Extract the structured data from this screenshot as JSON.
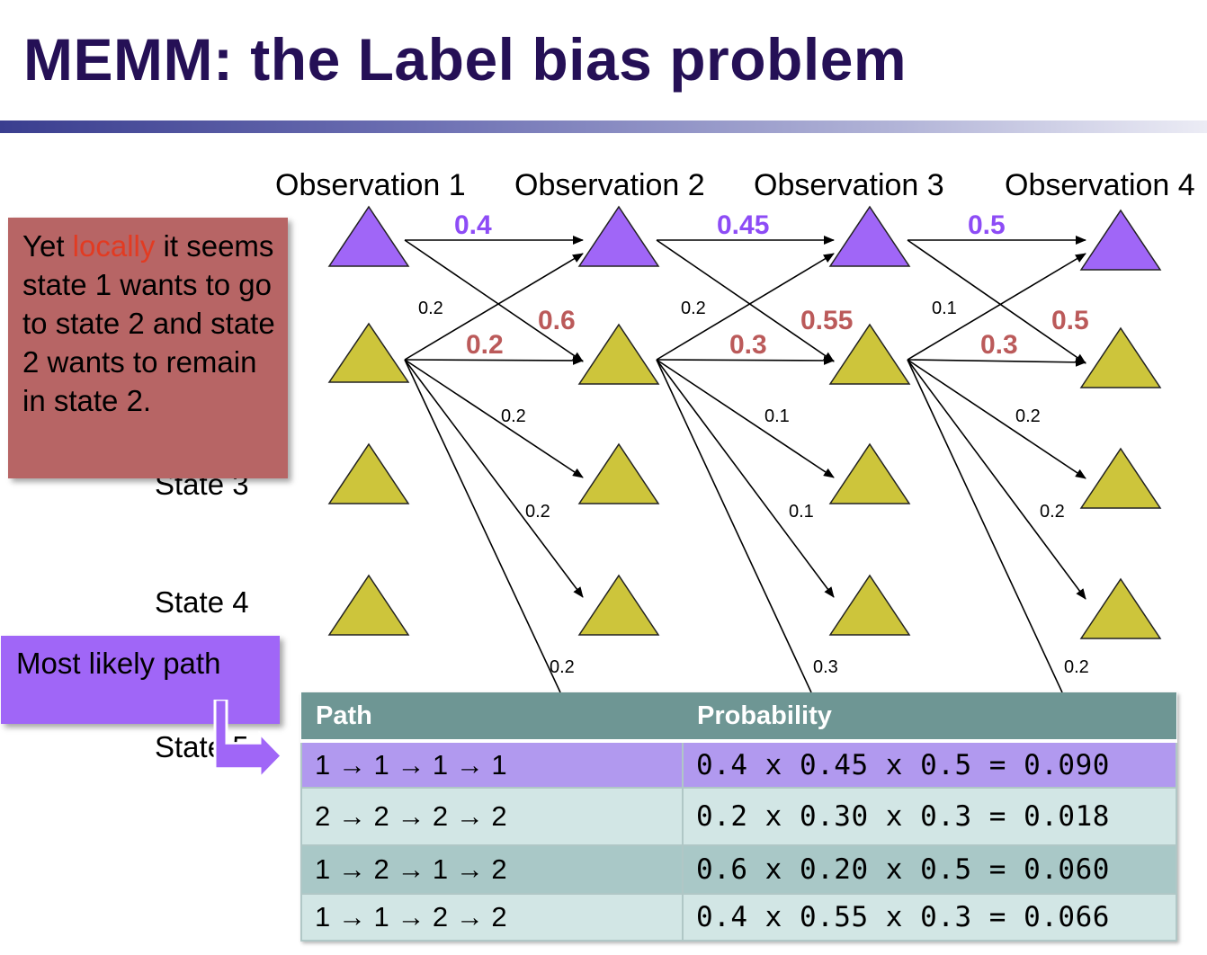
{
  "title": "MEMM: the Label bias problem",
  "observations": [
    "Observation 1",
    "Observation 2",
    "Observation 3",
    "Observation 4"
  ],
  "state_labels": {
    "s3": "State 3",
    "s4": "State 4",
    "s5": "State 5"
  },
  "transitions": {
    "t1": {
      "s1_s1": "0.4",
      "s1_s2": "0.6",
      "s2_s1": "0.2",
      "s2_s2": "0.2",
      "s2_s3": "0.2",
      "s2_s4": "0.2",
      "s2_s5": "0.2"
    },
    "t2": {
      "s1_s1": "0.45",
      "s1_s2": "0.55",
      "s2_s1": "0.2",
      "s2_s2": "0.3",
      "s2_s3": "0.1",
      "s2_s4": "0.1",
      "s2_s5": "0.3"
    },
    "t3": {
      "s1_s1": "0.5",
      "s1_s2": "0.5",
      "s2_s1": "0.1",
      "s2_s2": "0.3",
      "s2_s3": "0.2",
      "s2_s4": "0.2",
      "s2_s5": "0.2"
    }
  },
  "note": {
    "prefix": "Yet ",
    "highlight": "locally",
    "suffix": " it seems state 1 wants to go to state 2 and state 2 wants to remain in state 2."
  },
  "callout": "Most likely path",
  "table": {
    "headers": [
      "Path",
      "Probability"
    ],
    "rows": [
      {
        "path": "1 → 1 → 1 → 1",
        "prob": "0.4 x 0.45 x 0.5 = 0.090"
      },
      {
        "path": "2 → 2 → 2 → 2",
        "prob": "0.2 x 0.30 x 0.3 = 0.018"
      },
      {
        "path": "1 → 2 → 1 → 2",
        "prob": "0.6 x 0.20 x 0.5 = 0.060"
      },
      {
        "path": "1 → 1 → 2 → 2",
        "prob": "0.4 x 0.55 x 0.3 = 0.066"
      }
    ]
  },
  "colors": {
    "title": "#251056",
    "purple": "#a066f7",
    "olive": "#cdc53b",
    "note_bg": "#b76565",
    "highlight": "#e23b22",
    "table_header": "#6e9694",
    "row_highlight": "#b199ef",
    "row_light": "#d2e6e5",
    "row_mid": "#a9c8c7"
  }
}
